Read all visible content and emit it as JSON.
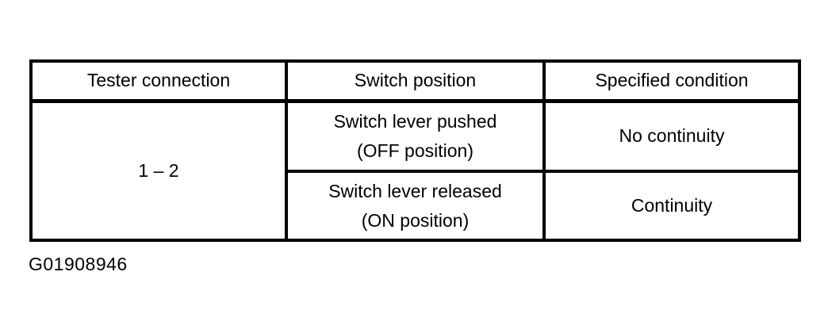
{
  "table": {
    "headers": [
      "Tester connection",
      "Switch position",
      "Specified condition"
    ],
    "tester_connection": "1 – 2",
    "rows": [
      {
        "switch_position_line1": "Switch lever pushed",
        "switch_position_line2": "(OFF position)",
        "specified_condition": "No continuity"
      },
      {
        "switch_position_line1": "Switch lever released",
        "switch_position_line2": "(ON position)",
        "specified_condition": "Continuity"
      }
    ]
  },
  "figure": {
    "id_label": "G01908946"
  }
}
